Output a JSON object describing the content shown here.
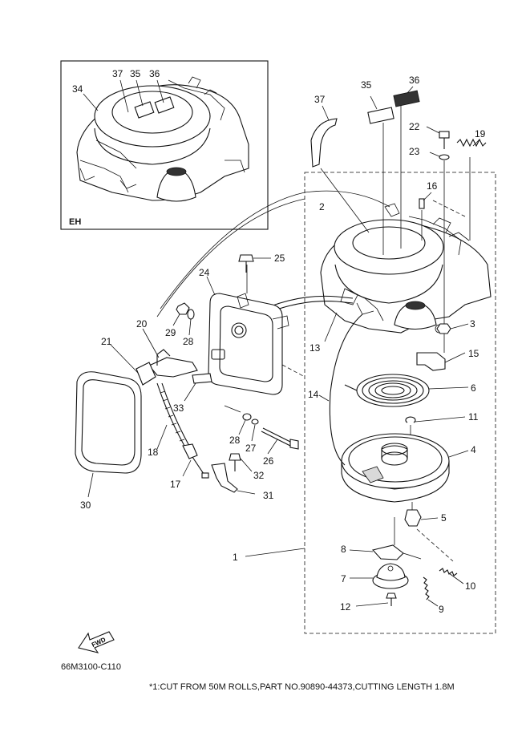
{
  "inset": {
    "tag": "EH",
    "callouts": [
      "34",
      "37",
      "35",
      "36"
    ]
  },
  "callouts": [
    "1",
    "2",
    "3",
    "4",
    "5",
    "6",
    "7",
    "8",
    "9",
    "10",
    "11",
    "12",
    "13",
    "14",
    "15",
    "16",
    "17",
    "18",
    "19",
    "20",
    "21",
    "22",
    "23",
    "24",
    "25",
    "26",
    "27",
    "28",
    "29",
    "30",
    "31",
    "32",
    "33",
    "35",
    "36",
    "37"
  ],
  "direction_arrow": {
    "label": "FWD"
  },
  "doc_code": "66M3100-C110",
  "footnote": "*1:CUT FROM 50M ROLLS,PART NO.90890-44373,CUTTING LENGTH 1.8M"
}
